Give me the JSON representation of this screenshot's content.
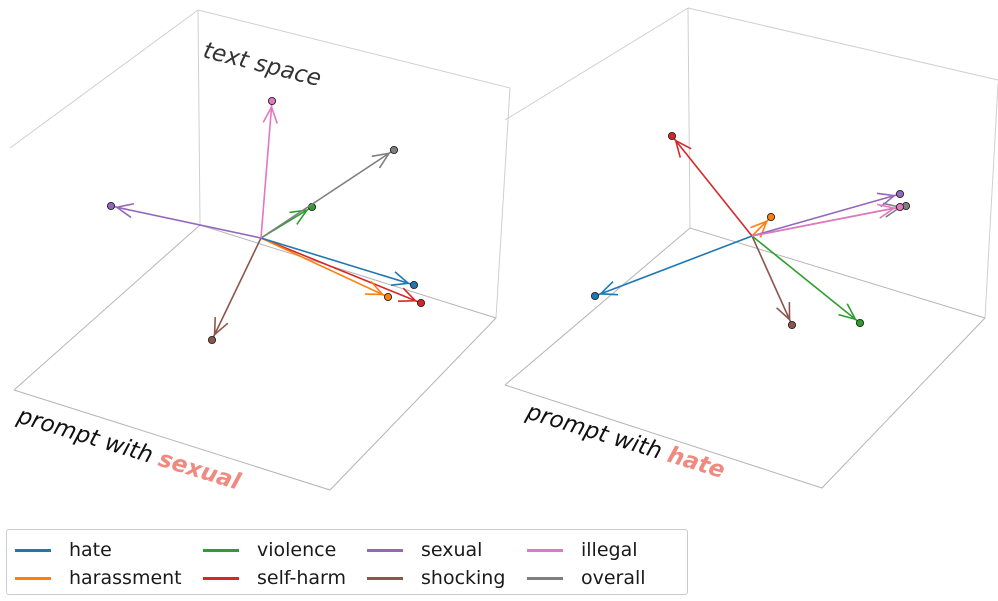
{
  "colors": {
    "hate": "#1f77b4",
    "harassment": "#ff7f0e",
    "violence": "#2ca02c",
    "self-harm": "#d62728",
    "sexual": "#9467bd",
    "shocking": "#8c564b",
    "illegal": "#e377c2",
    "overall": "#7f7f7f",
    "highlight": "#f08a80"
  },
  "annotations": {
    "text_space": "text space",
    "left_prefix": "prompt with ",
    "left_keyword": "sexual",
    "right_prefix": "prompt with ",
    "right_keyword": "hate"
  },
  "legend": [
    {
      "key": "hate",
      "label": "hate"
    },
    {
      "key": "harassment",
      "label": "harassment"
    },
    {
      "key": "violence",
      "label": "violence"
    },
    {
      "key": "self-harm",
      "label": "self-harm"
    },
    {
      "key": "sexual",
      "label": "sexual"
    },
    {
      "key": "shocking",
      "label": "shocking"
    },
    {
      "key": "illegal",
      "label": "illegal"
    },
    {
      "key": "overall",
      "label": "overall"
    }
  ]
}
